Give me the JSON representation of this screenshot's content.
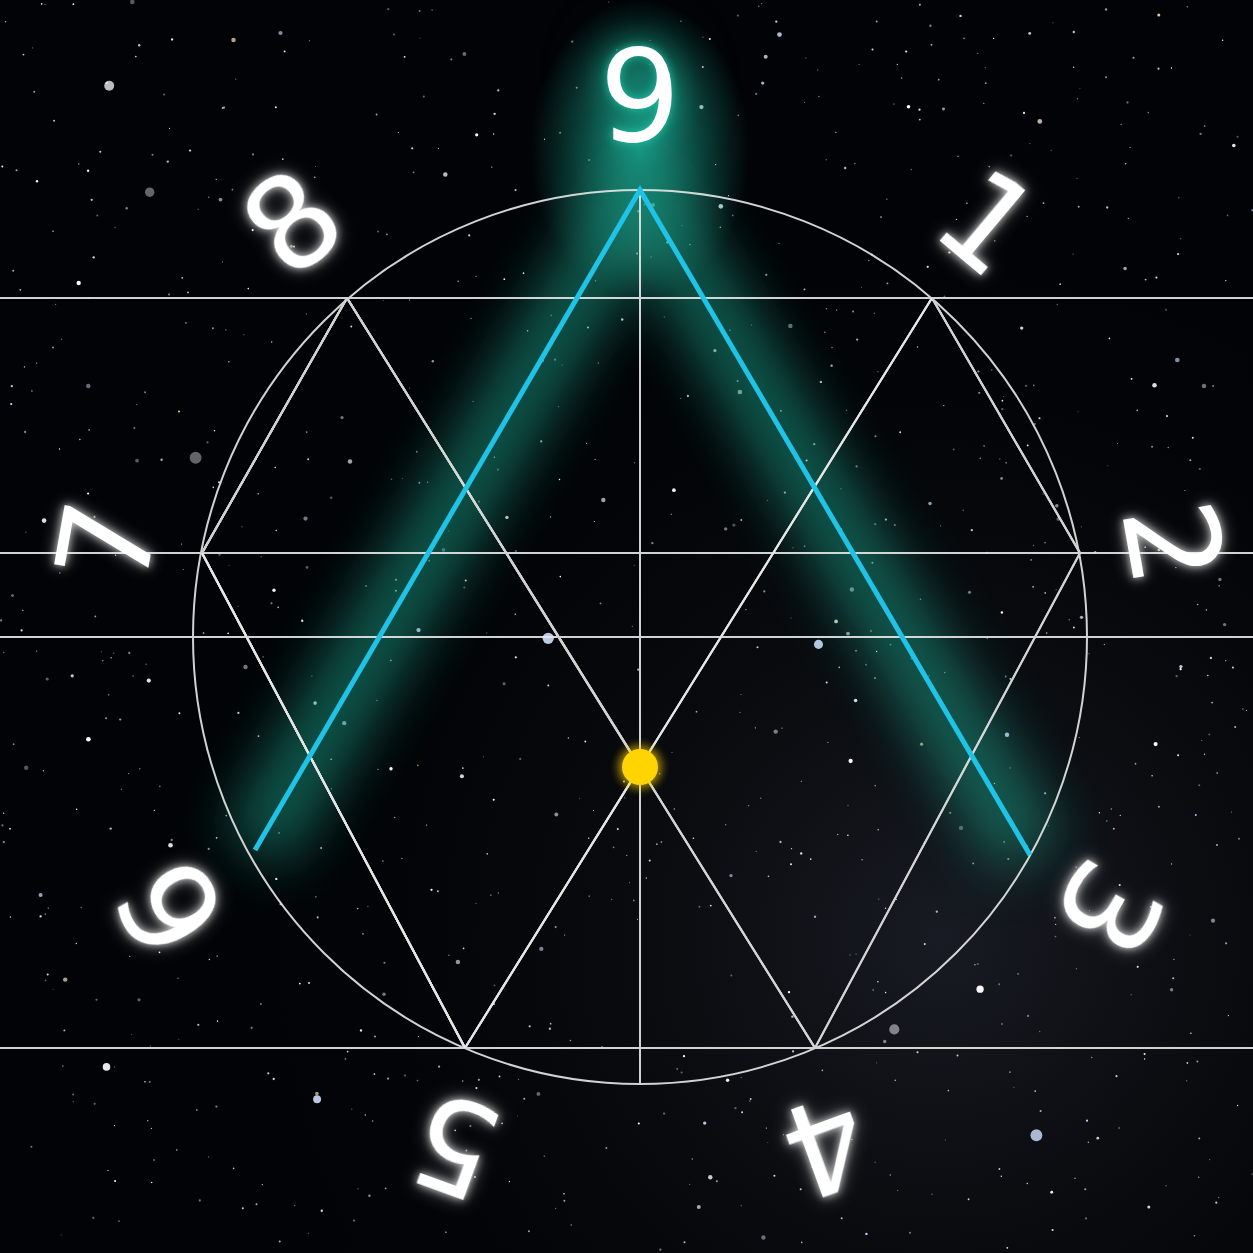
{
  "diagram": {
    "labels": [
      "9",
      "1",
      "2",
      "3",
      "4",
      "5",
      "6",
      "7",
      "8"
    ]
  }
}
